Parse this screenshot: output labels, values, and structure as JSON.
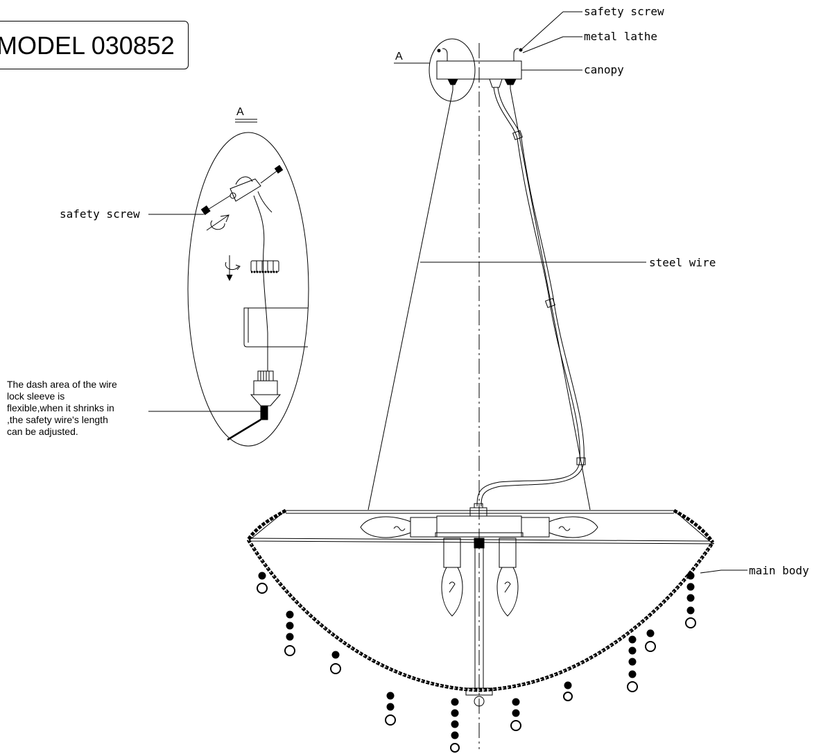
{
  "model": {
    "text": "MODEL  030852"
  },
  "detail": {
    "callout": "A",
    "title": "A"
  },
  "labels": {
    "safety_screw_top": "safety screw",
    "metal_lathe": "metal lathe",
    "canopy": "canopy",
    "steel_wire": "steel wire",
    "main_body": "main body",
    "safety_screw_detail": "safety screw"
  },
  "note": {
    "lines": [
      "The dash area of the wire",
      "lock sleeve is",
      "flexible,when it shrinks in",
      ",the safety wire's length",
      "can be adjusted."
    ]
  }
}
